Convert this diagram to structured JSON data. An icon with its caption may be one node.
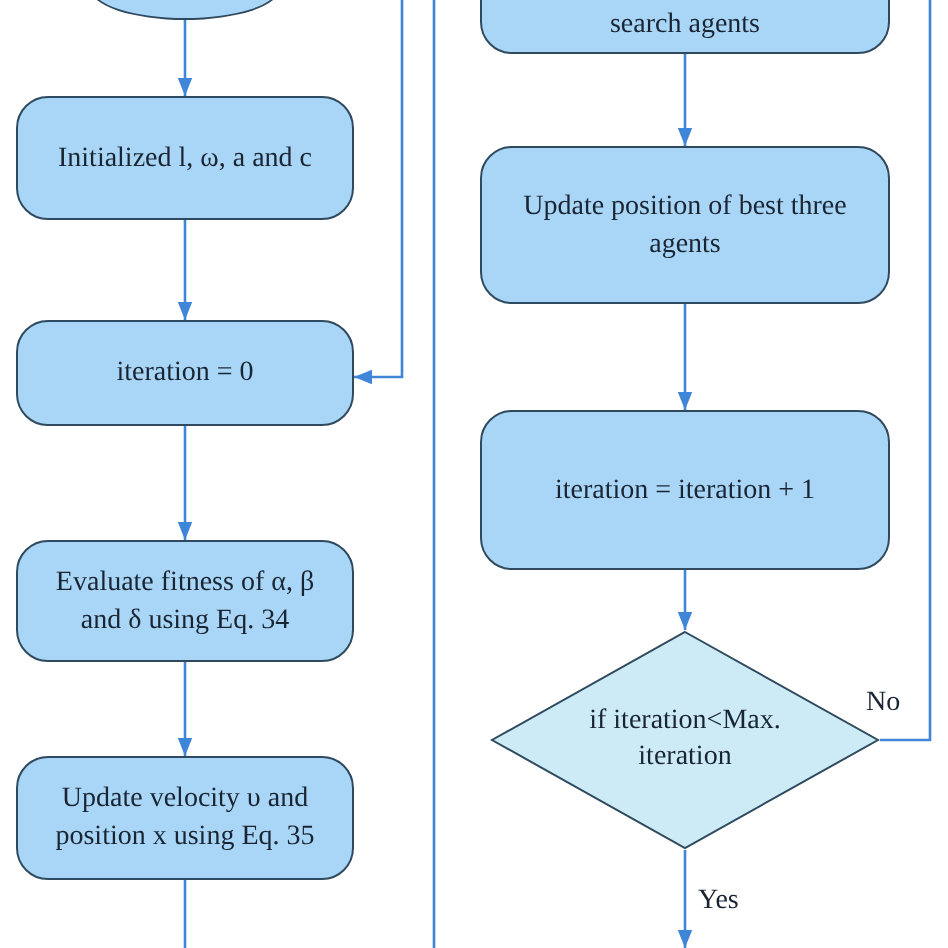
{
  "diagram": {
    "nodes": [
      {
        "text": [],
        "shape": "oval"
      },
      {
        "text": [
          "Initialized l, ω, a and c"
        ]
      },
      {
        "text": [
          "iteration = 0"
        ]
      },
      {
        "text": [
          "Evaluate fitness of α, β and δ using Eq. 34"
        ]
      },
      {
        "text": [
          "Update velocity υ and position x using Eq. 35"
        ]
      },
      {
        "text": [
          "search agents"
        ]
      },
      {
        "text": [
          "Update position of best three agents"
        ]
      },
      {
        "text": [
          "iteration = iteration + 1"
        ]
      },
      {
        "text": [
          "if iteration<Max. iteration"
        ]
      }
    ],
    "edges": [
      {
        "from": 0,
        "to": 1,
        "arrow": "to"
      },
      {
        "from": 1,
        "to": 2,
        "arrow": "to"
      },
      {
        "from": 2,
        "to": 3,
        "arrow": "to"
      },
      {
        "from": 3,
        "to": 4,
        "arrow": "to"
      },
      {
        "from": 4,
        "to": 5,
        "arrow": "none"
      },
      {
        "from": 5,
        "to": 6,
        "arrow": "to"
      },
      {
        "from": 6,
        "to": 7,
        "arrow": "to"
      },
      {
        "from": 7,
        "to": 8,
        "arrow": "to"
      },
      {
        "from": 8,
        "to": 2,
        "arrow": "to",
        "label": "No"
      },
      {
        "from": 8,
        "to": null,
        "arrow": "to",
        "label": "Yes"
      }
    ]
  }
}
